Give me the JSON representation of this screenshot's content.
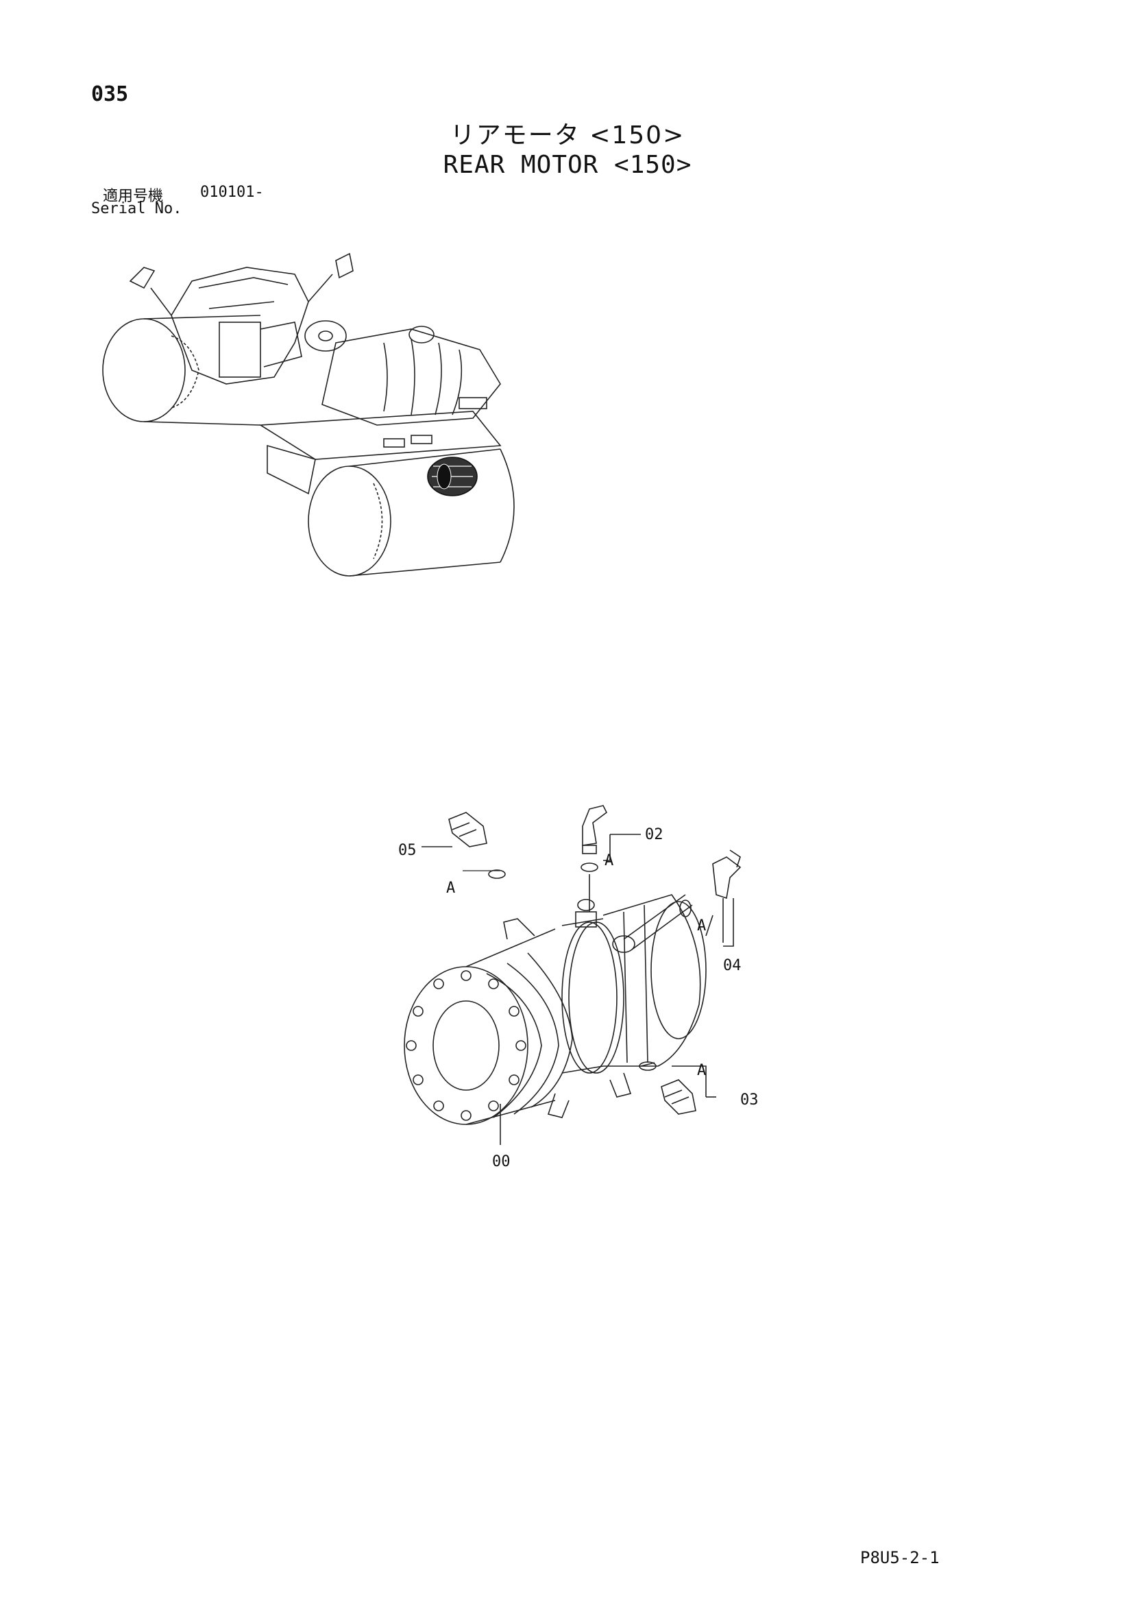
{
  "page": {
    "number": "035",
    "title_jp": "リアモータ <150>",
    "title_en": "REAR MOTOR <150>",
    "serial_label_jp": "適用号機",
    "serial_value": "010101-",
    "serial_label_en": "Serial No.",
    "doc_code": "P8U5-2-1"
  },
  "callouts": {
    "p00": "00",
    "p02": "02",
    "p03": "03",
    "p04": "04",
    "p05": "05",
    "ref_a": "A"
  }
}
